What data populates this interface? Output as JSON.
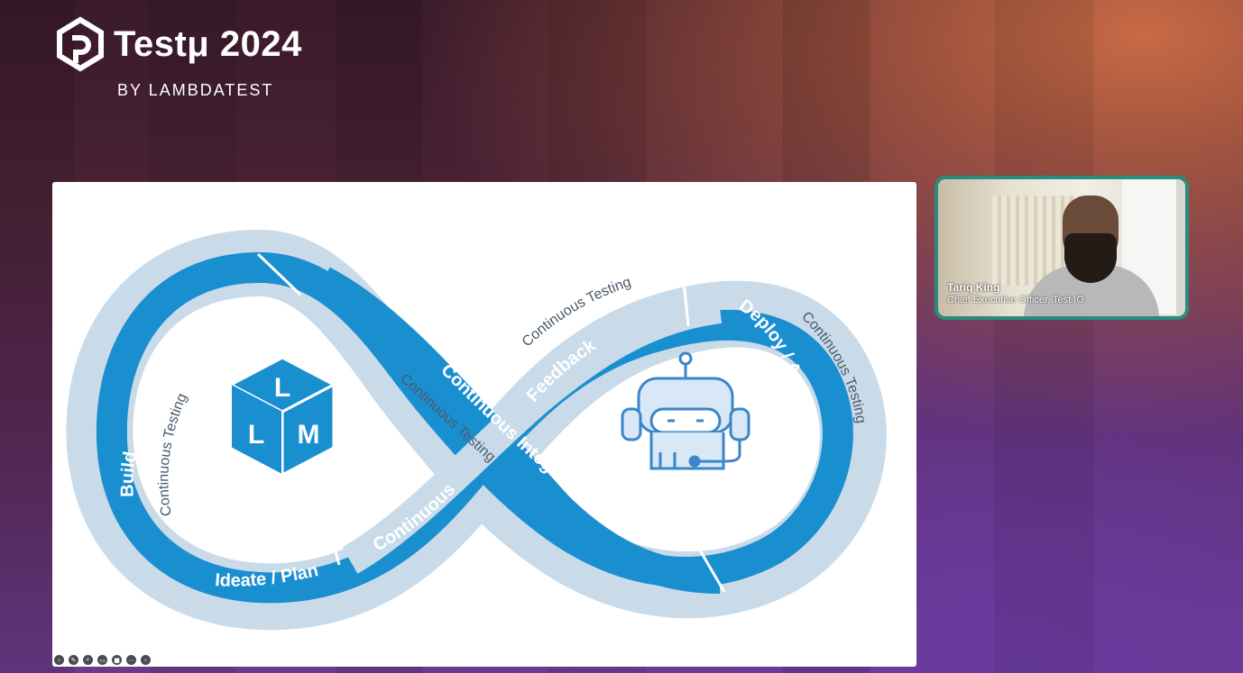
{
  "brand": {
    "title": "Testμ 2024",
    "subtitle": "BY LAMBDATEST"
  },
  "diagram": {
    "labels": {
      "build": "Build",
      "ideate": "Ideate / Plan",
      "continuous": "Continuous",
      "ci": "Continuous Integration",
      "feedback": "Feedback",
      "deploy": "Deploy / Automate / Release",
      "ct_left": "Continuous Testing",
      "ct_center": "Continuous Testing",
      "ct_top": "Continuous Testing",
      "ct_right": "Continuous Testing"
    },
    "llm_letters": [
      "L",
      "L",
      "M"
    ],
    "colors": {
      "primary": "#1a8fd0",
      "light": "#c9dbe9",
      "white": "#ffffff"
    }
  },
  "video": {
    "name": "Tariq King",
    "role": "Chief Executive Officer, Test IO"
  },
  "toolbar": [
    "back-icon",
    "pen-icon",
    "zoom-icon",
    "captions-icon",
    "camera-icon",
    "more-icon",
    "forward-icon"
  ]
}
